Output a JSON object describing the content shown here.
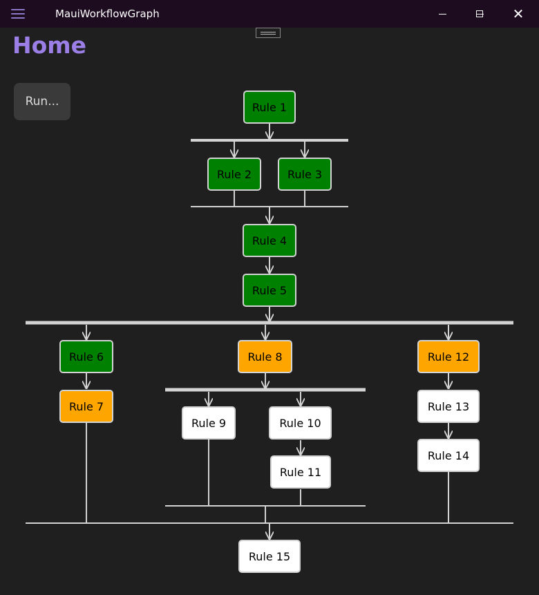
{
  "window": {
    "title": "MauiWorkflowGraph",
    "minimize_icon": "minimize-icon",
    "maximize_icon": "maximize-icon",
    "close_icon": "close-icon"
  },
  "page": {
    "title": "Home"
  },
  "toolbar": {
    "run_label": "Run..."
  },
  "colors": {
    "green": "#008000",
    "orange": "#ffa500",
    "white": "#ffffff",
    "line": "#d3d3d3",
    "accent": "#9b7fe6"
  },
  "graph": {
    "nodes": [
      {
        "id": "rule-1",
        "label": "Rule 1",
        "status": "green"
      },
      {
        "id": "rule-2",
        "label": "Rule 2",
        "status": "green"
      },
      {
        "id": "rule-3",
        "label": "Rule 3",
        "status": "green"
      },
      {
        "id": "rule-4",
        "label": "Rule 4",
        "status": "green"
      },
      {
        "id": "rule-5",
        "label": "Rule 5",
        "status": "green"
      },
      {
        "id": "rule-6",
        "label": "Rule 6",
        "status": "green"
      },
      {
        "id": "rule-7",
        "label": "Rule 7",
        "status": "orange"
      },
      {
        "id": "rule-8",
        "label": "Rule 8",
        "status": "orange"
      },
      {
        "id": "rule-9",
        "label": "Rule 9",
        "status": "white"
      },
      {
        "id": "rule-10",
        "label": "Rule 10",
        "status": "white"
      },
      {
        "id": "rule-11",
        "label": "Rule 11",
        "status": "white"
      },
      {
        "id": "rule-12",
        "label": "Rule 12",
        "status": "orange"
      },
      {
        "id": "rule-13",
        "label": "Rule 13",
        "status": "white"
      },
      {
        "id": "rule-14",
        "label": "Rule 14",
        "status": "white"
      },
      {
        "id": "rule-15",
        "label": "Rule 15",
        "status": "white"
      }
    ]
  }
}
